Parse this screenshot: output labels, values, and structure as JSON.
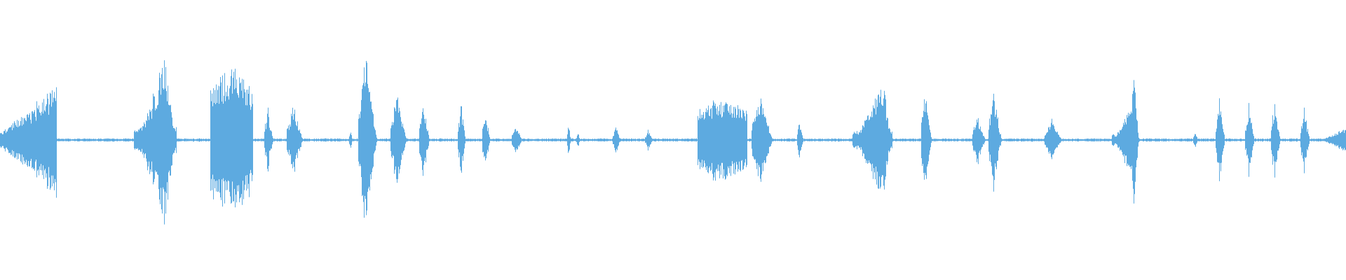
{
  "waveform": {
    "color": "#5daae0",
    "background": "#ffffff",
    "bursts": [
      {
        "start": 0.0,
        "end": 0.042,
        "amp": 0.52,
        "shape": "ramp-up"
      },
      {
        "start": 0.099,
        "end": 0.131,
        "amp": 0.78,
        "shape": "ramp-peak"
      },
      {
        "start": 0.156,
        "end": 0.188,
        "amp": 0.62,
        "shape": "block"
      },
      {
        "start": 0.196,
        "end": 0.203,
        "amp": 0.3,
        "shape": "spike"
      },
      {
        "start": 0.213,
        "end": 0.225,
        "amp": 0.35,
        "shape": "spike"
      },
      {
        "start": 0.259,
        "end": 0.262,
        "amp": 0.1,
        "shape": "spike"
      },
      {
        "start": 0.266,
        "end": 0.28,
        "amp": 0.88,
        "shape": "spike"
      },
      {
        "start": 0.29,
        "end": 0.302,
        "amp": 0.46,
        "shape": "spike"
      },
      {
        "start": 0.311,
        "end": 0.319,
        "amp": 0.4,
        "shape": "spike"
      },
      {
        "start": 0.34,
        "end": 0.346,
        "amp": 0.35,
        "shape": "spike"
      },
      {
        "start": 0.358,
        "end": 0.364,
        "amp": 0.33,
        "shape": "spike"
      },
      {
        "start": 0.38,
        "end": 0.388,
        "amp": 0.14,
        "shape": "spike"
      },
      {
        "start": 0.421,
        "end": 0.424,
        "amp": 0.2,
        "shape": "spike"
      },
      {
        "start": 0.428,
        "end": 0.431,
        "amp": 0.08,
        "shape": "spike"
      },
      {
        "start": 0.455,
        "end": 0.461,
        "amp": 0.15,
        "shape": "spike"
      },
      {
        "start": 0.479,
        "end": 0.485,
        "amp": 0.1,
        "shape": "spike"
      },
      {
        "start": 0.518,
        "end": 0.555,
        "amp": 0.36,
        "shape": "block"
      },
      {
        "start": 0.558,
        "end": 0.574,
        "amp": 0.46,
        "shape": "spike"
      },
      {
        "start": 0.592,
        "end": 0.597,
        "amp": 0.2,
        "shape": "spike"
      },
      {
        "start": 0.633,
        "end": 0.663,
        "amp": 0.58,
        "shape": "ramp-peak"
      },
      {
        "start": 0.684,
        "end": 0.692,
        "amp": 0.5,
        "shape": "spike"
      },
      {
        "start": 0.722,
        "end": 0.732,
        "amp": 0.25,
        "shape": "spike"
      },
      {
        "start": 0.734,
        "end": 0.744,
        "amp": 0.5,
        "shape": "spike"
      },
      {
        "start": 0.776,
        "end": 0.789,
        "amp": 0.2,
        "shape": "spike"
      },
      {
        "start": 0.826,
        "end": 0.845,
        "amp": 0.35,
        "shape": "ramp-peak"
      },
      {
        "start": 0.84,
        "end": 0.846,
        "amp": 0.7,
        "shape": "spike"
      },
      {
        "start": 0.886,
        "end": 0.89,
        "amp": 0.08,
        "shape": "spike"
      },
      {
        "start": 0.903,
        "end": 0.91,
        "amp": 0.4,
        "shape": "spike"
      },
      {
        "start": 0.925,
        "end": 0.932,
        "amp": 0.38,
        "shape": "spike"
      },
      {
        "start": 0.944,
        "end": 0.951,
        "amp": 0.4,
        "shape": "spike"
      },
      {
        "start": 0.966,
        "end": 0.973,
        "amp": 0.33,
        "shape": "spike"
      },
      {
        "start": 0.984,
        "end": 1.0,
        "amp": 0.12,
        "shape": "ramp-up"
      }
    ]
  }
}
